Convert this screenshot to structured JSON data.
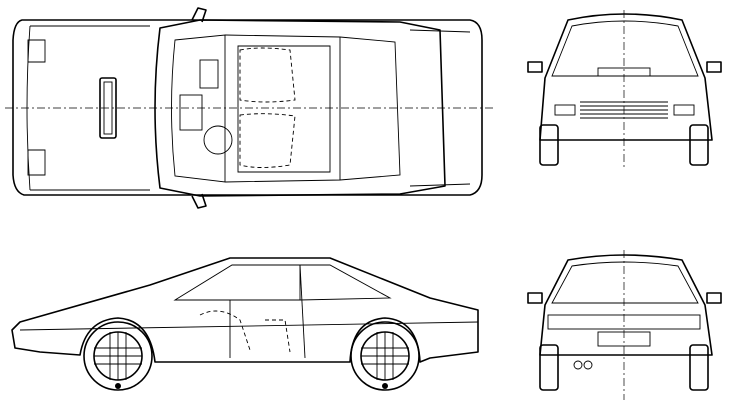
{
  "drawing": {
    "views": [
      "top",
      "front",
      "side",
      "rear"
    ],
    "colors": {
      "line": "#000000",
      "background": "#ffffff"
    }
  }
}
